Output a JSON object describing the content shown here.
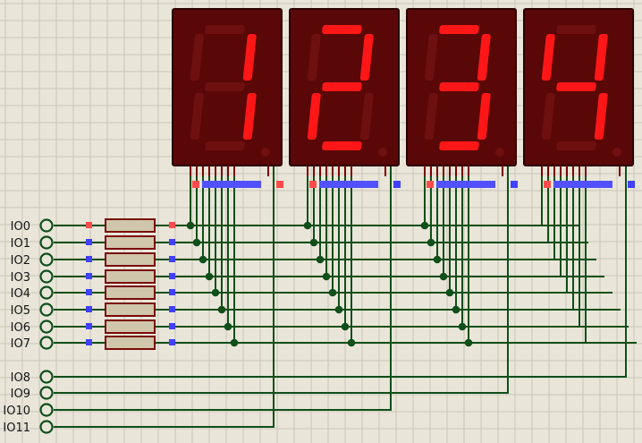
{
  "schematic": {
    "colors": {
      "background": "#e9e6d9",
      "grid": "#c9c6b9",
      "wire": "#0f4f19",
      "display_body": "#5a0707",
      "segment_on": "#ff1717",
      "segment_off": "#6e1010",
      "resistor_body": "#cfc6ab",
      "resistor_outline": "#7a0a0a",
      "pin_marker_red": "#ff4b4b",
      "pin_marker_blue": "#4040ff",
      "connector_bar": "#5151ff"
    },
    "pins": [
      {
        "label": "IO0"
      },
      {
        "label": "IO1"
      },
      {
        "label": "IO2"
      },
      {
        "label": "IO3"
      },
      {
        "label": "IO4"
      },
      {
        "label": "IO5"
      },
      {
        "label": "IO6"
      },
      {
        "label": "IO7"
      },
      {
        "label": "IO8"
      },
      {
        "label": "IO9"
      },
      {
        "label": "IO10"
      },
      {
        "label": "IO11"
      }
    ],
    "displays": [
      {
        "digit": "1",
        "segments_on": [
          "b",
          "c"
        ]
      },
      {
        "digit": "2",
        "segments_on": [
          "a",
          "b",
          "g",
          "e",
          "d"
        ]
      },
      {
        "digit": "3",
        "segments_on": [
          "a",
          "b",
          "g",
          "c",
          "d"
        ]
      },
      {
        "digit": "4",
        "segments_on": [
          "f",
          "g",
          "b",
          "c"
        ]
      }
    ],
    "resistor_network": {
      "count": 8
    }
  }
}
